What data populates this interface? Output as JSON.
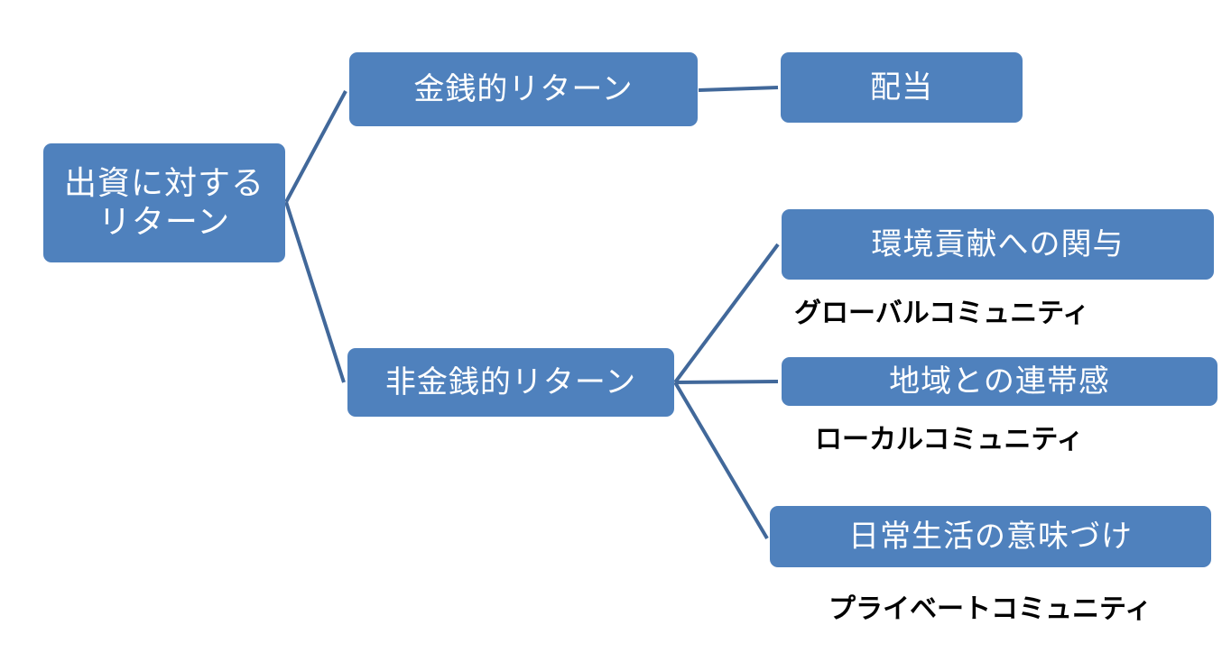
{
  "diagram": {
    "root": {
      "label": "出資に対する\nリターン"
    },
    "branches": [
      {
        "label": "金銭的リターン",
        "children": [
          {
            "label": "配当"
          }
        ]
      },
      {
        "label": "非金銭的リターン",
        "children": [
          {
            "label": "環境貢献への関与",
            "caption": "グローバルコミュニティ"
          },
          {
            "label": "地域との連帯感",
            "caption": "ローカルコミュニティ"
          },
          {
            "label": "日常生活の意味づけ",
            "caption": "プライベートコミュニティ"
          }
        ]
      }
    ],
    "colors": {
      "node_fill": "#4f81bd",
      "connector": "#41689a",
      "node_text": "#ffffff",
      "caption_text": "#000000"
    }
  }
}
